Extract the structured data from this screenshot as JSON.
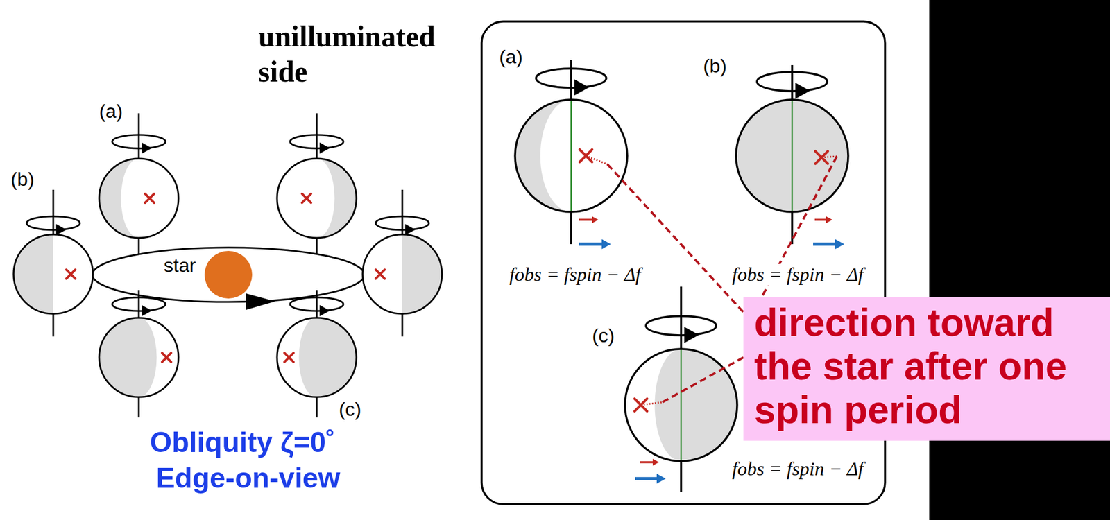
{
  "diagram": {
    "nodes": [
      {
        "text": [
          "star"
        ]
      },
      {
        "text": [
          "direction toward the star after one spin period"
        ]
      }
    ],
    "labels": [
      "unilluminated side",
      "(a)",
      "(b)",
      "(c)",
      "Obliquity ζ=0˚",
      "Edge-on-view",
      "(a)",
      "(b)",
      "fobs = fspin − Δf",
      "fobs = fspin − Δf",
      "(c)",
      "fobs = fspin − Δf"
    ]
  }
}
